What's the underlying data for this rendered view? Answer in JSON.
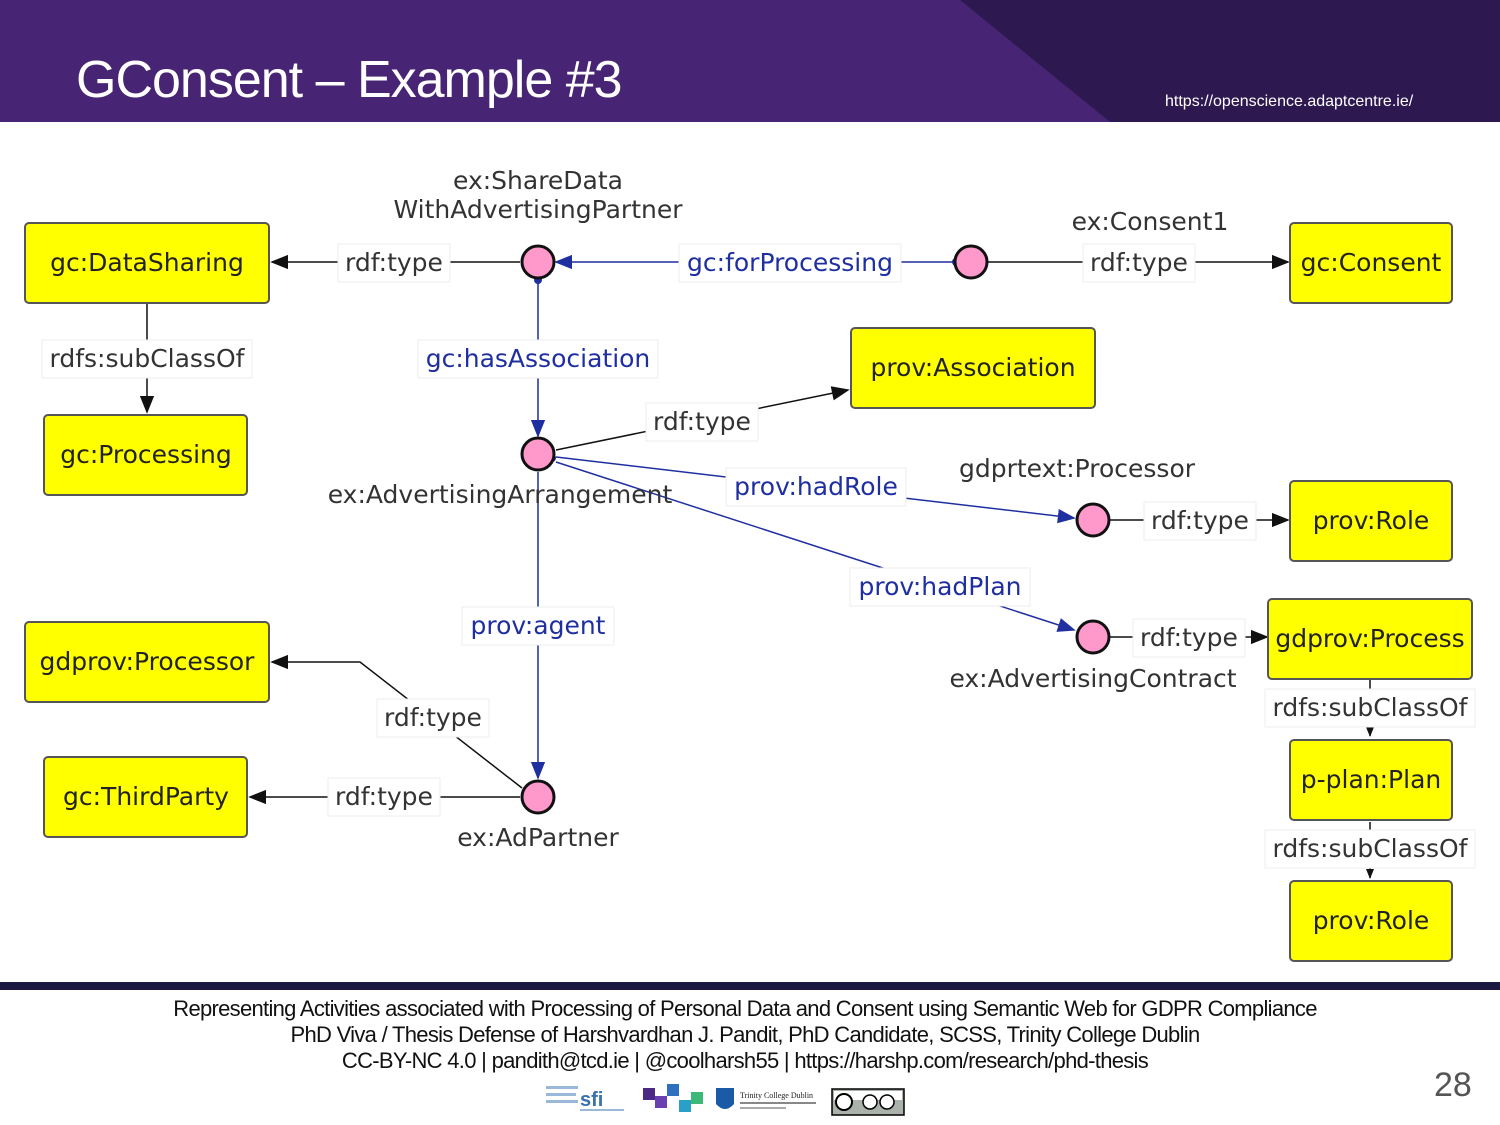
{
  "header": {
    "title": "GConsent – Example #3",
    "url": "https://openscience.adaptcentre.ie/",
    "background_color": "#472574"
  },
  "diagram": {
    "class_box_color": "#ffff00",
    "instance_node_color": "#ff99cc",
    "property_edge_color": "#1f2fa0",
    "classes": {
      "data_sharing": "gc:DataSharing",
      "processing": "gc:Processing",
      "consent": "gc:Consent",
      "association": "prov:Association",
      "role_top": "prov:Role",
      "gdprov_processor": "gdprov:Processor",
      "third_party": "gc:ThirdParty",
      "gdprov_process": "gdprov:Process",
      "pplan_plan": "p-plan:Plan",
      "role_bottom": "prov:Role"
    },
    "nodes": {
      "share_data_line1": "ex:ShareData",
      "share_data_line2": "WithAdvertisingPartner",
      "consent1": "ex:Consent1",
      "advertising_arrangement": "ex:AdvertisingArrangement",
      "processor": "gdprtext:Processor",
      "advertising_contract": "ex:AdvertisingContract",
      "ad_partner": "ex:AdPartner"
    },
    "edges": {
      "rdf_type": "rdf:type",
      "rdfs_subclassof": "rdfs:subClassOf",
      "for_processing": "gc:forProcessing",
      "has_association": "gc:hasAssociation",
      "had_role": "prov:hadRole",
      "had_plan": "prov:hadPlan",
      "agent": "prov:agent"
    }
  },
  "footer": {
    "line1": "Representing Activities associated with Processing of Personal Data and Consent using Semantic Web for GDPR Compliance",
    "line2": "PhD Viva / Thesis Defense of Harshvardhan J. Pandit, PhD Candidate, SCSS, Trinity College Dublin",
    "line3": "CC-BY-NC 4.0 | pandith@tcd.ie | @coolharsh55 | https://harshp.com/research/phd-thesis",
    "page_number": "28",
    "logos": [
      {
        "name": "sfi-logo",
        "text": "sfi"
      },
      {
        "name": "adapt-logo",
        "text": "ADAPT"
      },
      {
        "name": "tcd-logo",
        "text": "Trinity College Dublin"
      },
      {
        "name": "cc-by-nc-logo",
        "text": "cc by nc"
      }
    ]
  }
}
